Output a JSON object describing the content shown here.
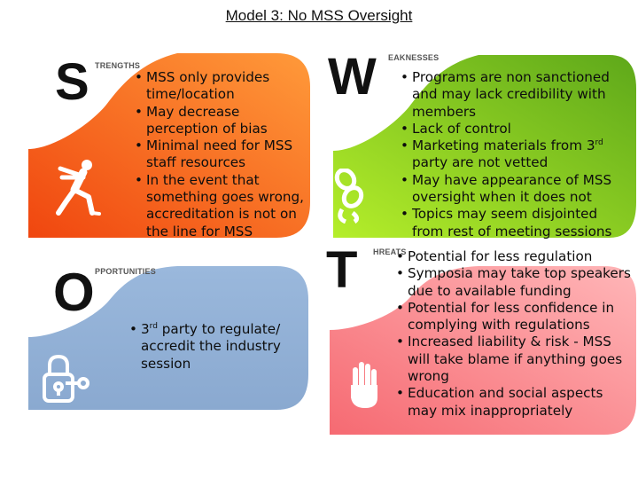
{
  "title": "Model 3: No MSS Oversight",
  "colors": {
    "strengths": "#ff6a1a",
    "weaknesses": "#7fc41a",
    "opportunities": "#95b3d7",
    "threats": "#f17e84"
  },
  "strengths": {
    "letter": "S",
    "heading": "TRENGTHS",
    "icon": "stretching-person-icon",
    "items": [
      "MSS only provides time/location",
      "May decrease perception of bias",
      "Minimal need for MSS staff resources",
      "In the event that something goes wrong, accreditation is not on the line for MSS"
    ]
  },
  "weaknesses": {
    "letter": "W",
    "heading": "EAKNESSES",
    "icon": "broken-chain-icon",
    "items": [
      "Programs are non sanctioned and may lack credibility with members",
      "Lack of control",
      "Marketing materials from 3rd party are not vetted",
      "May have appearance of MSS oversight when it does not",
      "Topics may seem disjointed from rest of meeting sessions"
    ]
  },
  "opportunities": {
    "letter": "O",
    "heading": "PPORTUNITIES",
    "icon": "padlock-key-icon",
    "items": [
      "3rd party to regulate/ accredit the industry session"
    ]
  },
  "threats": {
    "letter": "T",
    "heading": "HREATS",
    "icon": "stop-hand-icon",
    "items": [
      "Potential for less regulation",
      "Symposia may take top speakers due to available funding",
      "Potential for less confidence in complying with regulations",
      "Increased liability & risk - MSS will take blame if anything goes wrong",
      "Education and social aspects may mix inappropriately"
    ]
  }
}
